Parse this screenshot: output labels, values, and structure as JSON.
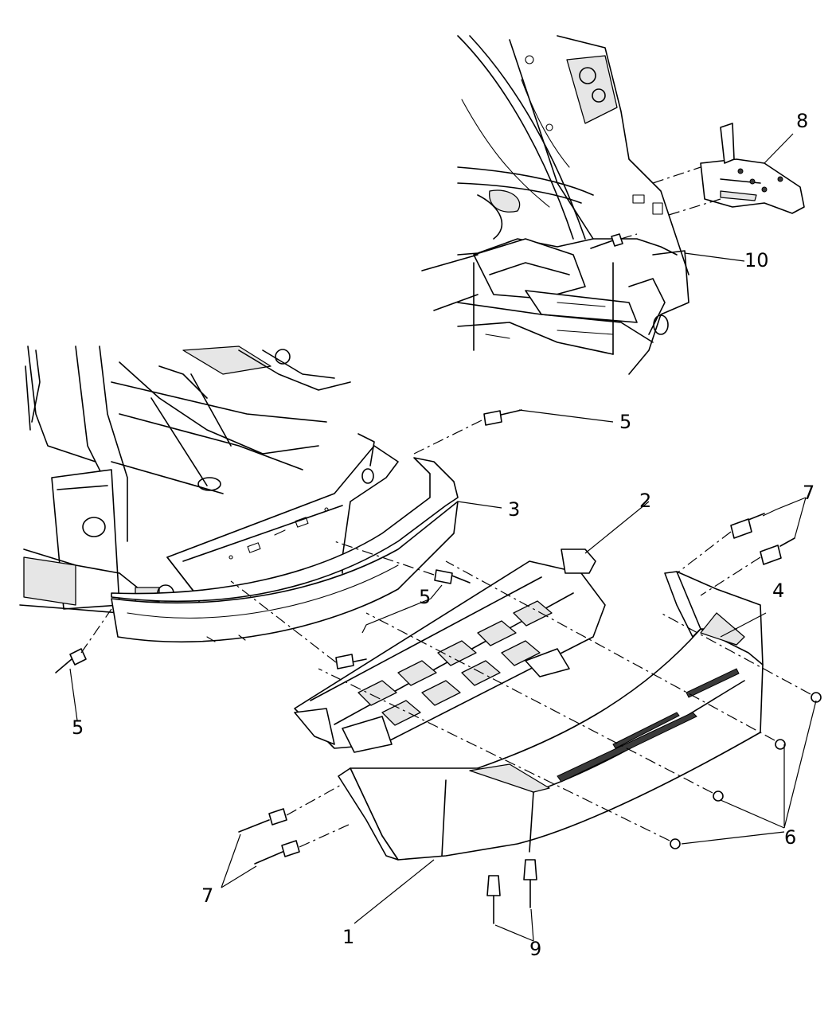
{
  "callouts": {
    "c1": "1",
    "c2": "2",
    "c3": "3",
    "c4": "4",
    "c5a": "5",
    "c5b": "5",
    "c5c": "5",
    "c6": "6",
    "c7a": "7",
    "c7b": "7",
    "c8": "8",
    "c9": "9",
    "c10": "10"
  }
}
